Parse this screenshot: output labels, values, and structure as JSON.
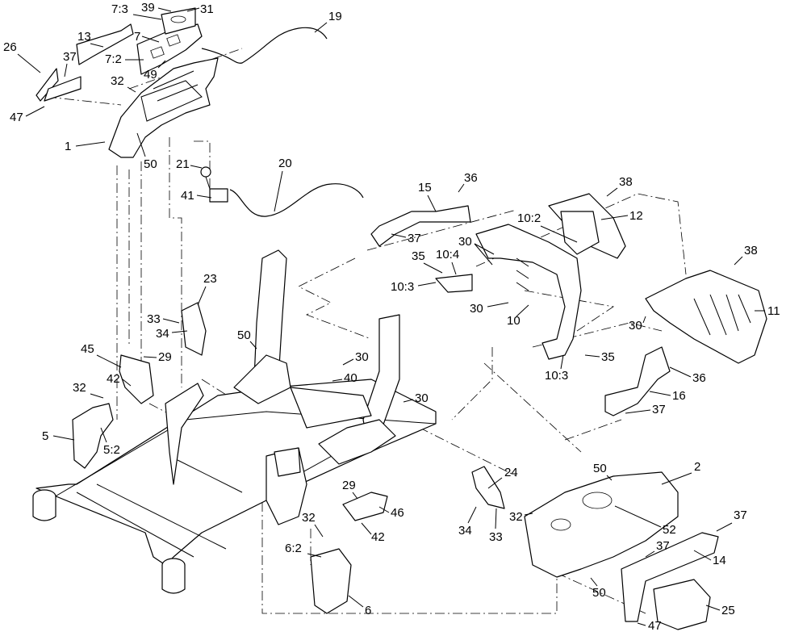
{
  "callouts": [
    {
      "label": "7:3"
    },
    {
      "label": "39"
    },
    {
      "label": "31"
    },
    {
      "label": "19"
    },
    {
      "label": "13"
    },
    {
      "label": "7"
    },
    {
      "label": "26"
    },
    {
      "label": "37"
    },
    {
      "label": "7:2"
    },
    {
      "label": "49"
    },
    {
      "label": "32"
    },
    {
      "label": "47"
    },
    {
      "label": "1"
    },
    {
      "label": "50"
    },
    {
      "label": "21"
    },
    {
      "label": "20"
    },
    {
      "label": "41"
    },
    {
      "label": "36"
    },
    {
      "label": "15"
    },
    {
      "label": "38"
    },
    {
      "label": "10:2"
    },
    {
      "label": "12"
    },
    {
      "label": "37"
    },
    {
      "label": "30"
    },
    {
      "label": "35"
    },
    {
      "label": "10:4"
    },
    {
      "label": "38"
    },
    {
      "label": "10:3"
    },
    {
      "label": "30"
    },
    {
      "label": "10"
    },
    {
      "label": "11"
    },
    {
      "label": "30"
    },
    {
      "label": "23"
    },
    {
      "label": "33"
    },
    {
      "label": "34"
    },
    {
      "label": "50"
    },
    {
      "label": "45"
    },
    {
      "label": "29"
    },
    {
      "label": "30"
    },
    {
      "label": "40"
    },
    {
      "label": "10:3"
    },
    {
      "label": "35"
    },
    {
      "label": "36"
    },
    {
      "label": "42"
    },
    {
      "label": "32"
    },
    {
      "label": "30"
    },
    {
      "label": "16"
    },
    {
      "label": "37"
    },
    {
      "label": "5"
    },
    {
      "label": "5:2"
    },
    {
      "label": "24"
    },
    {
      "label": "50"
    },
    {
      "label": "2"
    },
    {
      "label": "29"
    },
    {
      "label": "46"
    },
    {
      "label": "32"
    },
    {
      "label": "37"
    },
    {
      "label": "34"
    },
    {
      "label": "33"
    },
    {
      "label": "52"
    },
    {
      "label": "42"
    },
    {
      "label": "32"
    },
    {
      "label": "37"
    },
    {
      "label": "14"
    },
    {
      "label": "6:2"
    },
    {
      "label": "50"
    },
    {
      "label": "6"
    },
    {
      "label": "47"
    },
    {
      "label": "25"
    }
  ]
}
